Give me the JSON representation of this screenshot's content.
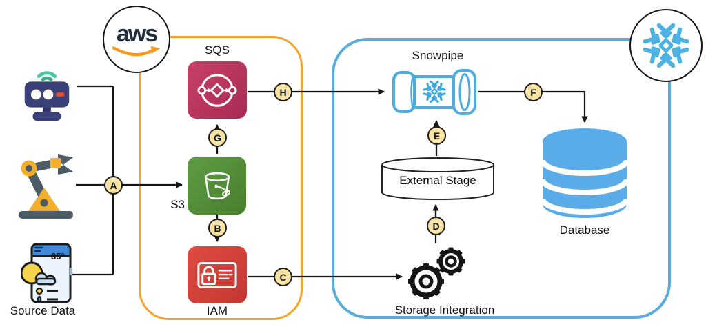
{
  "sources": {
    "label": "Source Data",
    "weather_temp": "35°",
    "icons": [
      "iot-device-icon",
      "robot-arm-icon",
      "weather-app-icon"
    ]
  },
  "aws": {
    "logo_text": "aws",
    "nodes": {
      "sqs": {
        "label": "SQS",
        "icon": "queue-icon"
      },
      "s3": {
        "label": "S3",
        "icon": "bucket-icon"
      },
      "iam": {
        "label": "IAM",
        "icon": "id-card-lock-icon"
      }
    }
  },
  "snowflake": {
    "logo_icon": "snowflake-icon",
    "nodes": {
      "snowpipe": {
        "label": "Snowpipe",
        "icon": "pipe-icon"
      },
      "external_stage": {
        "label": "External Stage",
        "icon": "cylinder-icon"
      },
      "storage_integration": {
        "label": "Storage Integration",
        "icon": "gears-icon"
      },
      "database": {
        "label": "Database",
        "icon": "database-icon"
      }
    }
  },
  "badges": {
    "a": "A",
    "b": "B",
    "c": "C",
    "d": "D",
    "e": "E",
    "f": "F",
    "g": "G",
    "h": "H"
  },
  "colors": {
    "aws_border": "#F7A32B",
    "snowflake_border": "#5BACDE",
    "sqs_tile": "#BF3360",
    "s3_tile": "#55913C",
    "iam_tile": "#D8433C",
    "database_fill": "#5AACE8",
    "badge_fill": "#F7E3A3",
    "snowflake_blue": "#4CB2E3",
    "aws_text": "#232F3E",
    "aws_smile": "#F49B24"
  }
}
